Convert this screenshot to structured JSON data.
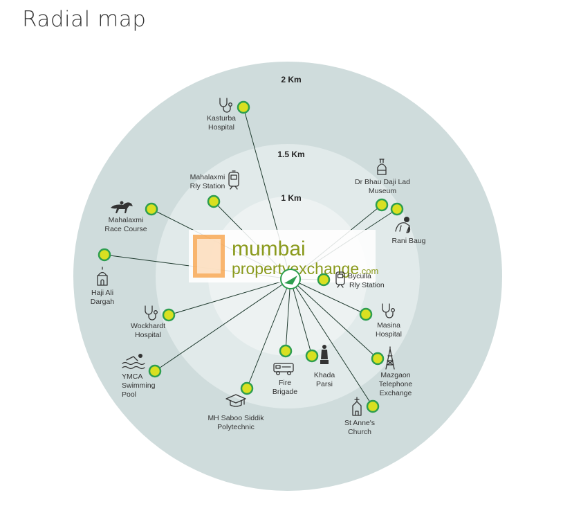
{
  "title": "Radial map",
  "colors": {
    "ring_outer": "#cfdcdc",
    "ring_mid": "#e1eaea",
    "ring_inner": "#edf2f2",
    "marker_fill": "#d9e021",
    "marker_stroke": "#2e9e4f",
    "center": "#2e9e4f",
    "line": "#1e3a2e"
  },
  "rings": [
    {
      "label": "2 Km"
    },
    {
      "label": "1.5 Km"
    },
    {
      "label": "1 Km"
    }
  ],
  "watermark": {
    "line1": "mumbai",
    "line2": "propertyexchange",
    "suffix": ".com"
  },
  "places": [
    {
      "name_lines": [
        "Kasturba",
        "Hospital"
      ],
      "icon": "stethoscope-icon"
    },
    {
      "name_lines": [
        "Mahalaxmi",
        "Rly Station"
      ],
      "icon": "train-icon"
    },
    {
      "name_lines": [
        "Mahalaxmi",
        "Race Course"
      ],
      "icon": "horse-icon"
    },
    {
      "name_lines": [
        "Haji Ali",
        "Dargah"
      ],
      "icon": "mosque-icon"
    },
    {
      "name_lines": [
        "Wockhardt",
        "Hospital"
      ],
      "icon": "stethoscope-icon"
    },
    {
      "name_lines": [
        "YMCA",
        "Swimming",
        "Pool"
      ],
      "icon": "swimmer-icon"
    },
    {
      "name_lines": [
        "MH Saboo Siddik",
        "Polytechnic"
      ],
      "icon": "graduation-cap-icon"
    },
    {
      "name_lines": [
        "Fire",
        "Brigade"
      ],
      "icon": "fire-truck-icon"
    },
    {
      "name_lines": [
        "Khada",
        "Parsi"
      ],
      "icon": "statue-icon"
    },
    {
      "name_lines": [
        "St Anne's",
        "Church"
      ],
      "icon": "church-icon"
    },
    {
      "name_lines": [
        "Mazgaon",
        "Telephone",
        "Exchange"
      ],
      "icon": "tower-icon"
    },
    {
      "name_lines": [
        "Masina",
        "Hospital"
      ],
      "icon": "stethoscope-icon"
    },
    {
      "name_lines": [
        "Byculla",
        "Rly Station"
      ],
      "icon": "train-icon"
    },
    {
      "name_lines": [
        "Rani Baug"
      ],
      "icon": "monkey-icon"
    },
    {
      "name_lines": [
        "Dr Bhau Daji Lad",
        "Museum"
      ],
      "icon": "museum-icon"
    }
  ]
}
